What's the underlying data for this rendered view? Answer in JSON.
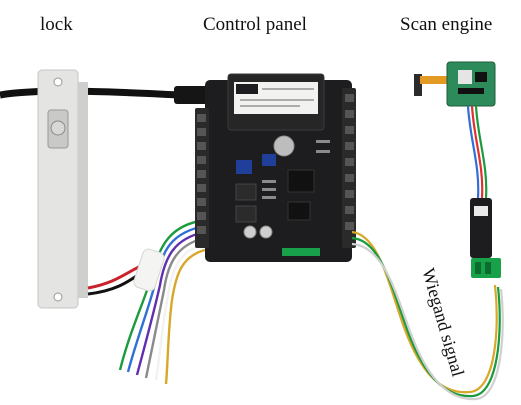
{
  "labels": {
    "lock": "lock",
    "control_panel": "Control panel",
    "scan_engine": "Scan engine",
    "wiegand": "Wiegand signal"
  },
  "colors": {
    "background": "#ffffff",
    "pcb": "#1c1c1e",
    "lock_body": "#e3e3e1",
    "relay": "#1f3f9a",
    "connector_green": "#17a24a",
    "terminal": "#2b2b2b"
  }
}
